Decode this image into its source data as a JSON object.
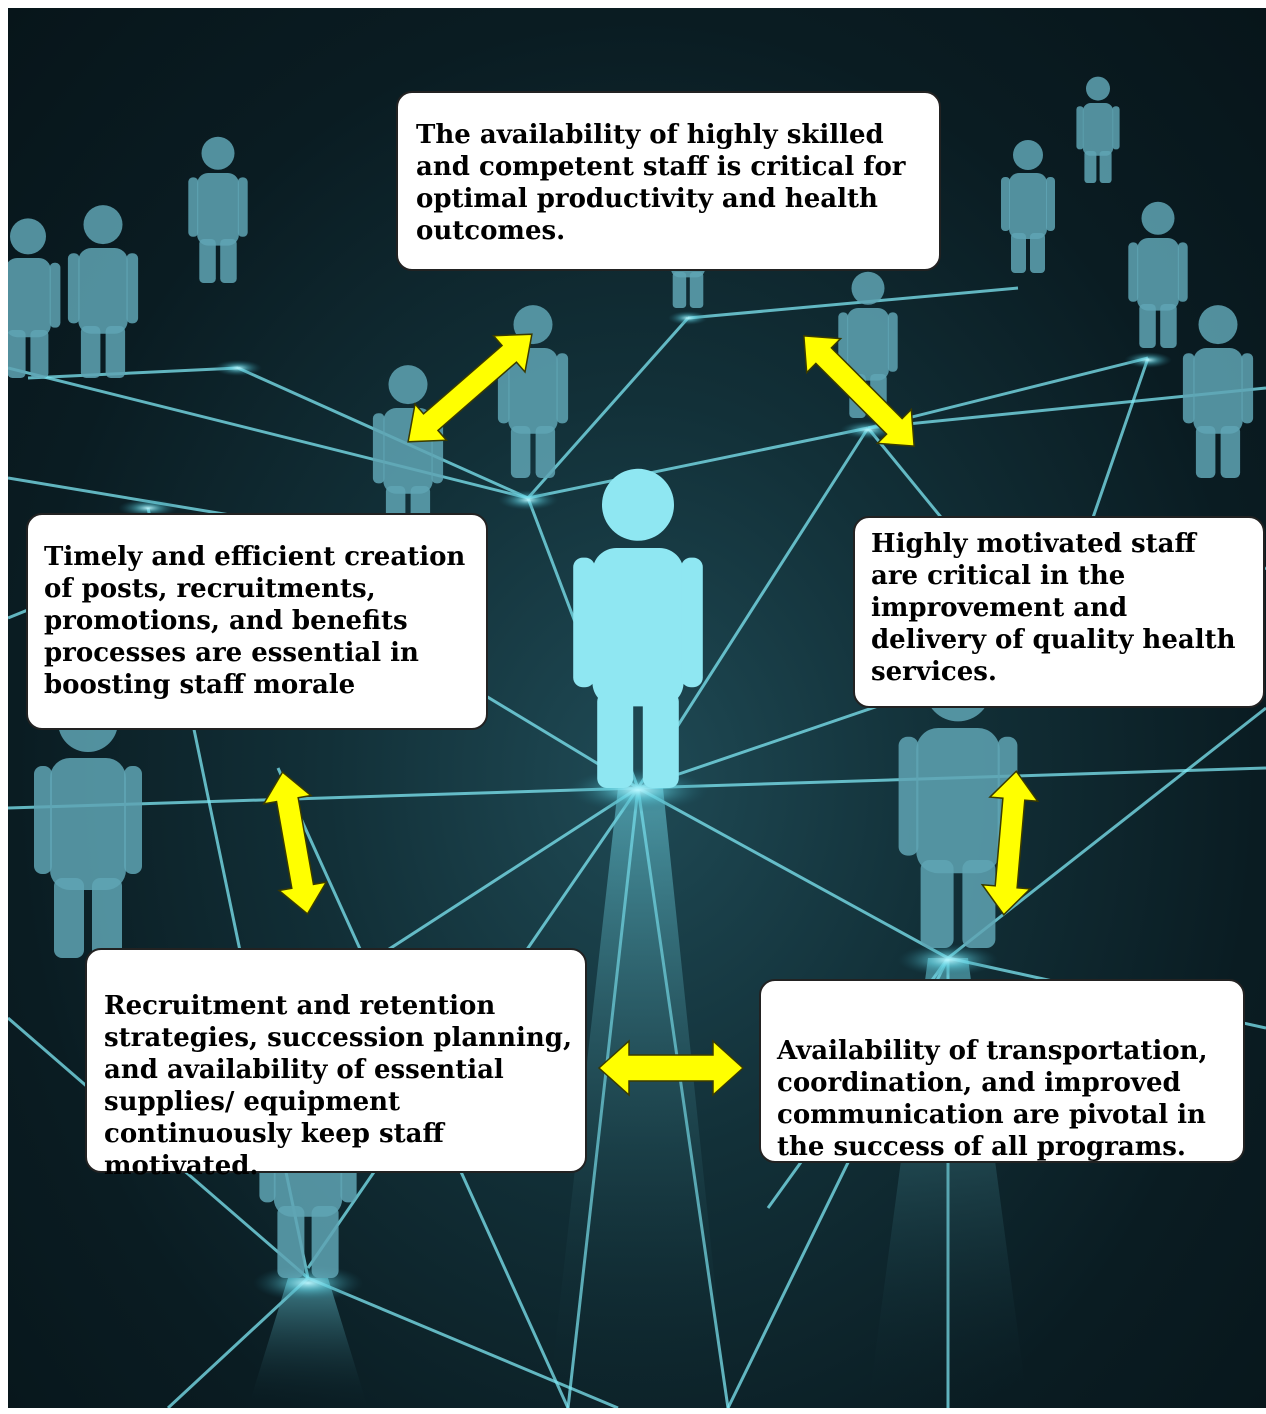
{
  "colors": {
    "arrow_fill": "#ffff00",
    "arrow_stroke": "#3a3a00",
    "network_line": "#7fe8f4",
    "figure": "#5fa5b4",
    "figure_center": "#8fe7f2"
  },
  "cards": {
    "top": "The availability of highly skilled\nand competent staff is critical for\noptimal productivity and health\noutcomes.",
    "left": "Timely and efficient creation\nof posts, recruitments,\npromotions, and benefits\nprocesses are essential in\nboosting staff morale",
    "right": "Highly motivated staff\nare critical in the\nimprovement and\ndelivery of quality health\nservices.",
    "bottom_left": "Recruitment and retention\nstrategies, succession planning,\nand availability of essential\nsupplies/ equipment\ncontinuously keep staff\nmotivated.",
    "bottom_right": "Availability of transportation,\ncoordination, and improved\ncommunication are pivotal in\nthe success of all programs."
  },
  "arrows": [
    {
      "name": "arrow-top-left",
      "icon": "double-headed-arrow"
    },
    {
      "name": "arrow-top-right",
      "icon": "double-headed-arrow"
    },
    {
      "name": "arrow-left-vertical",
      "icon": "double-headed-arrow"
    },
    {
      "name": "arrow-right-vertical",
      "icon": "double-headed-arrow"
    },
    {
      "name": "arrow-bottom-horizontal",
      "icon": "double-headed-arrow"
    }
  ]
}
